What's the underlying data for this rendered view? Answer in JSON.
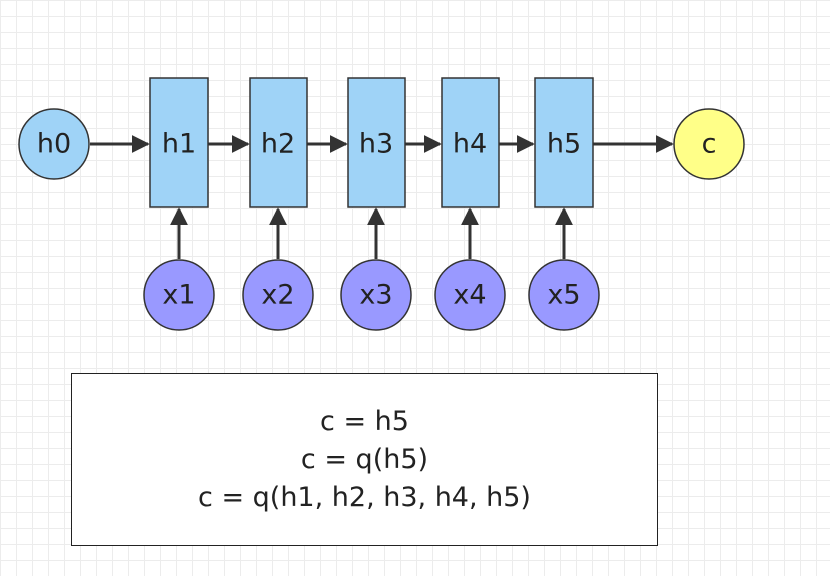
{
  "colors": {
    "hidden_state_fill": "#9fd3f7",
    "input_fill": "#9999ff",
    "output_fill": "#ffff88",
    "stroke": "#333333"
  },
  "initial_state": {
    "label": "h0"
  },
  "hidden_states": [
    {
      "label": "h1"
    },
    {
      "label": "h2"
    },
    {
      "label": "h3"
    },
    {
      "label": "h4"
    },
    {
      "label": "h5"
    }
  ],
  "inputs": [
    {
      "label": "x1"
    },
    {
      "label": "x2"
    },
    {
      "label": "x3"
    },
    {
      "label": "x4"
    },
    {
      "label": "x5"
    }
  ],
  "output": {
    "label": "c"
  },
  "formulas": [
    "c = h5",
    "c = q(h5)",
    "c = q(h1, h2, h3, h4, h5)"
  ]
}
